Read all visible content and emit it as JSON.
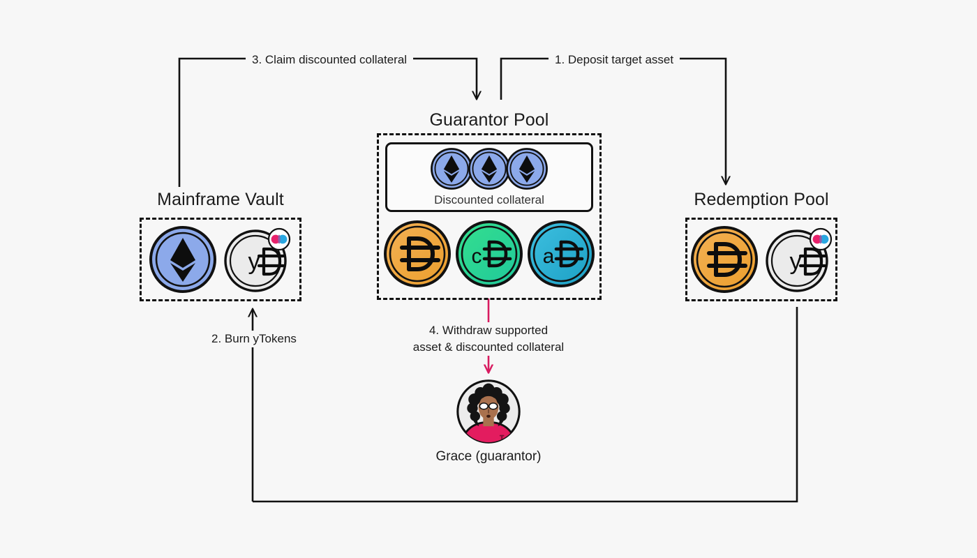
{
  "diagram": {
    "title": "Mainframe guarantor pool flow",
    "background_color": "#f7f7f7",
    "line_color": "#111111",
    "accent_pink": "#d81b60"
  },
  "nodes": {
    "mainframe_vault": {
      "label": "Mainframe Vault",
      "tokens": [
        {
          "name": "eth-token",
          "symbol": "Ξ",
          "label": "ETH",
          "color": "#8ca9ea"
        },
        {
          "name": "ydai-token",
          "symbol": "yÐ",
          "label": "yDAI",
          "color": "#ebebeb",
          "badge": "mainframe-logo"
        }
      ]
    },
    "guarantor_pool": {
      "label": "Guarantor Pool",
      "inner": {
        "label": "Discounted collateral",
        "tokens": [
          {
            "name": "eth-token",
            "symbol": "Ξ",
            "label": "ETH",
            "color": "#8ca9ea"
          },
          {
            "name": "eth-token",
            "symbol": "Ξ",
            "label": "ETH",
            "color": "#8ca9ea"
          },
          {
            "name": "eth-token",
            "symbol": "Ξ",
            "label": "ETH",
            "color": "#8ca9ea"
          }
        ]
      },
      "tokens": [
        {
          "name": "dai-token",
          "symbol": "Ð",
          "label": "DAI",
          "color": "#efa73e"
        },
        {
          "name": "cdai-token",
          "symbol": "cÐ",
          "label": "cDAI",
          "color": "#2bd98a"
        },
        {
          "name": "adai-token",
          "symbol": "aÐ",
          "label": "aDAI",
          "color": "#2eb8d8"
        }
      ]
    },
    "redemption_pool": {
      "label": "Redemption Pool",
      "tokens": [
        {
          "name": "dai-token",
          "symbol": "Ð",
          "label": "DAI",
          "color": "#efa73e"
        },
        {
          "name": "ydai-token",
          "symbol": "yÐ",
          "label": "yDAI",
          "color": "#ebebeb",
          "badge": "mainframe-logo"
        }
      ]
    },
    "guarantor_person": {
      "label": "Grace (guarantor)",
      "avatar_name": "grace-avatar"
    }
  },
  "flows": [
    {
      "id": "step1",
      "label": "1. Deposit target asset",
      "color": "#111111"
    },
    {
      "id": "step2",
      "label": "2. Burn yTokens",
      "color": "#111111"
    },
    {
      "id": "step3",
      "label": "3. Claim discounted collateral",
      "color": "#111111"
    },
    {
      "id": "step4",
      "label": "4. Withdraw supported asset & discounted collateral",
      "line1": "4. Withdraw supported",
      "line2": "asset & discounted collateral",
      "color": "#d81b60"
    }
  ]
}
